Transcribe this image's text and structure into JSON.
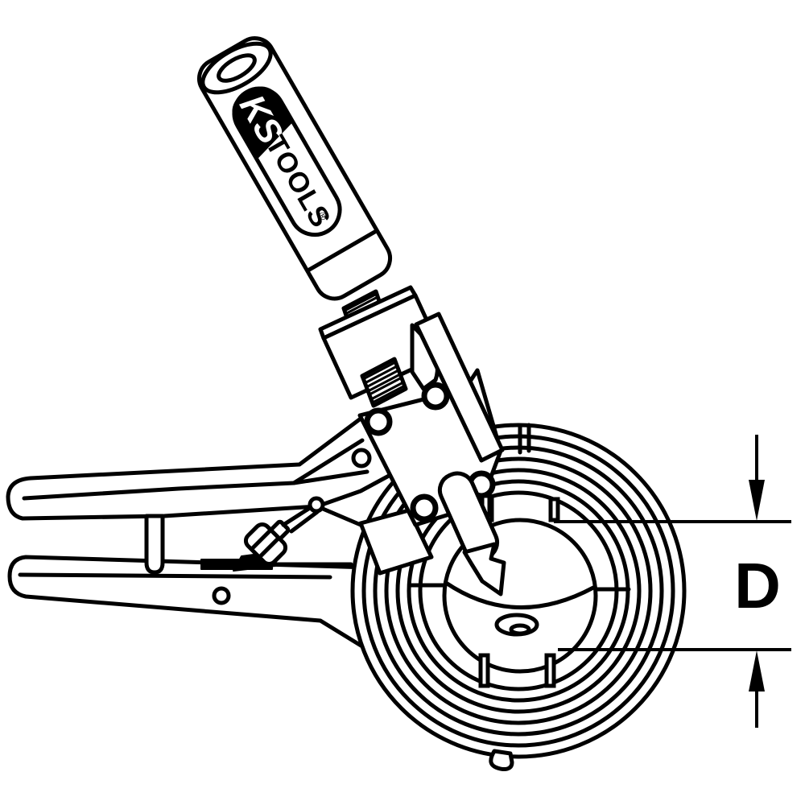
{
  "diagram": {
    "brand": {
      "ks": "KS",
      "tools": "TOOLS",
      "registered": "®"
    },
    "dimension_label": "D",
    "colors": {
      "line": "#000000",
      "background": "#ffffff",
      "logo_fill": "#000000"
    }
  }
}
